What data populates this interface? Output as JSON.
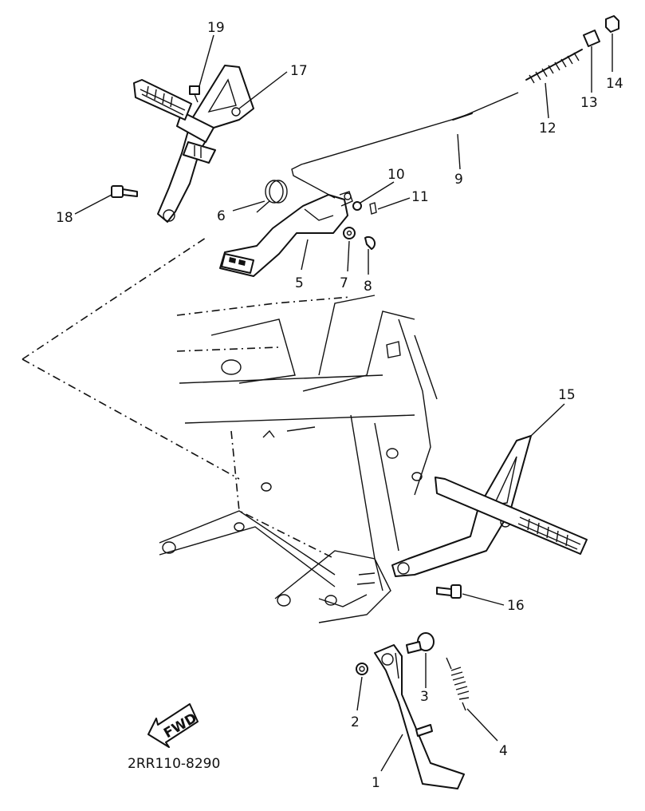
{
  "diagram": {
    "drawing_code": "2RR110-8290",
    "direction_marker": "FWD",
    "callouts": [
      {
        "id": "1",
        "label": "1"
      },
      {
        "id": "2",
        "label": "2"
      },
      {
        "id": "3",
        "label": "3"
      },
      {
        "id": "4",
        "label": "4"
      },
      {
        "id": "5",
        "label": "5"
      },
      {
        "id": "6",
        "label": "6"
      },
      {
        "id": "7",
        "label": "7"
      },
      {
        "id": "8",
        "label": "8"
      },
      {
        "id": "9",
        "label": "9"
      },
      {
        "id": "10",
        "label": "10"
      },
      {
        "id": "11",
        "label": "11"
      },
      {
        "id": "12",
        "label": "12"
      },
      {
        "id": "13",
        "label": "13"
      },
      {
        "id": "14",
        "label": "14"
      },
      {
        "id": "15",
        "label": "15"
      },
      {
        "id": "16",
        "label": "16"
      },
      {
        "id": "17",
        "label": "17"
      },
      {
        "id": "18",
        "label": "18"
      },
      {
        "id": "19",
        "label": "19"
      }
    ],
    "colors": {
      "ink": "#111111",
      "paper": "#ffffff"
    }
  }
}
